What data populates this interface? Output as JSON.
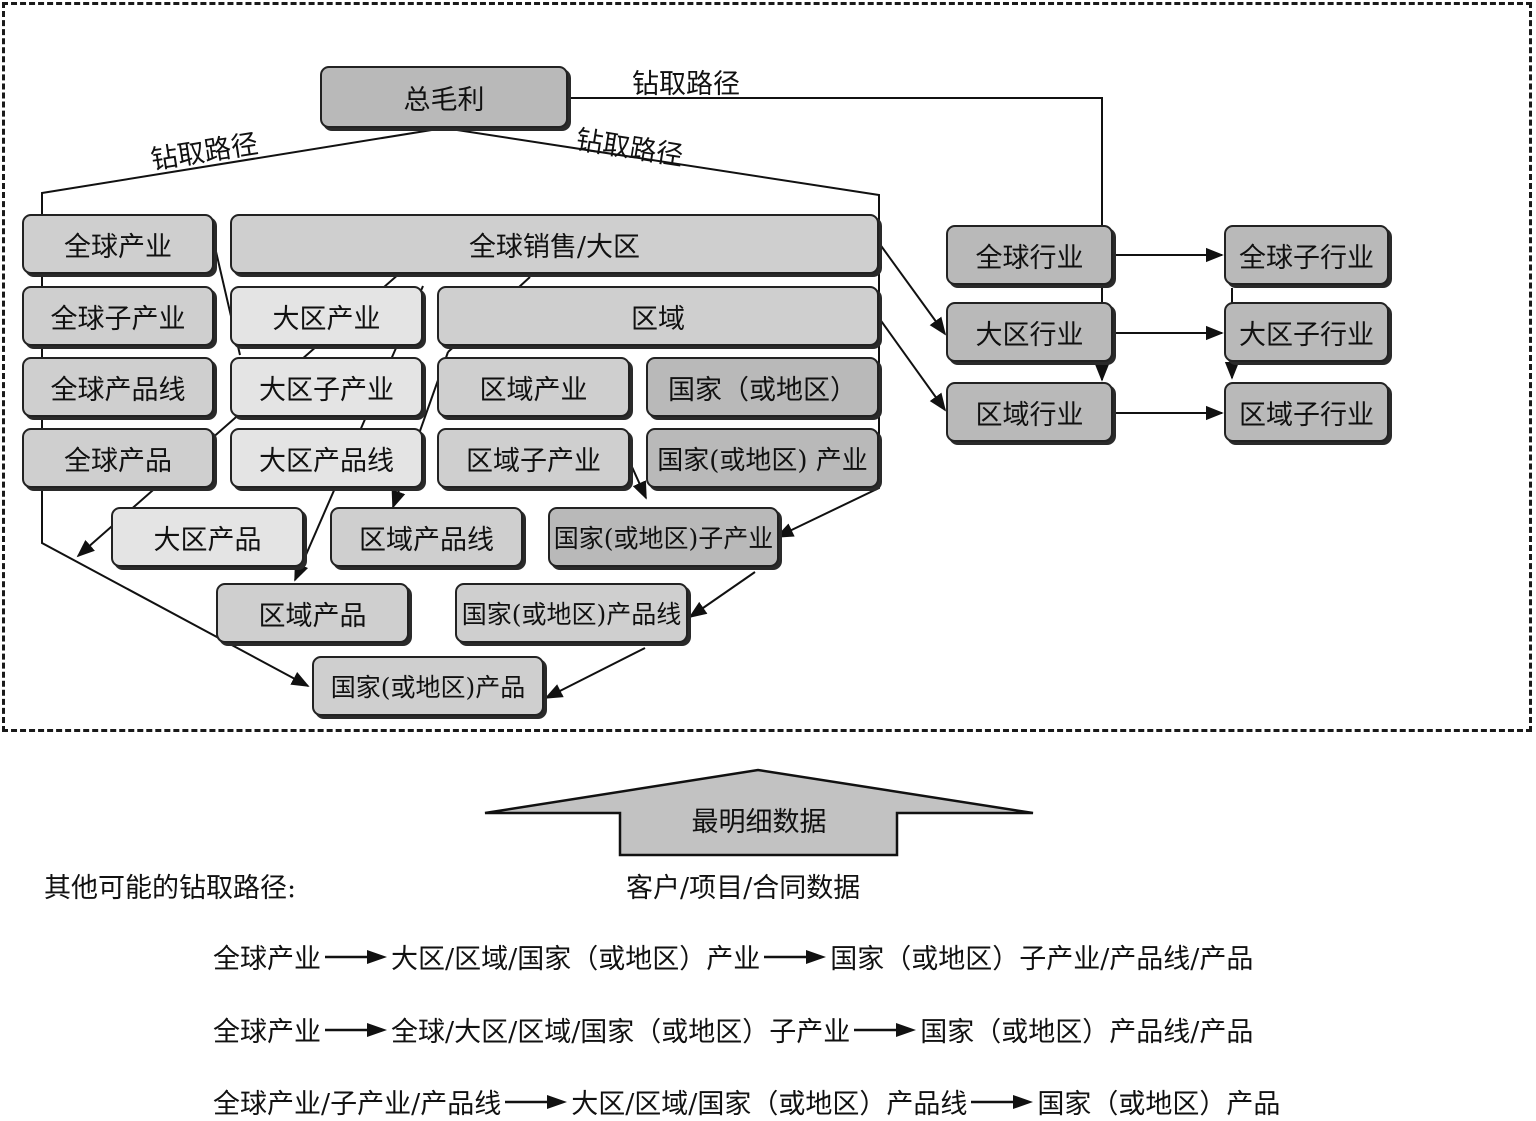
{
  "top": {
    "root": "总毛利",
    "drill_label": "钻取路径"
  },
  "left_boxes": {
    "global_industry": "全球产业",
    "global_sales_region": "全球销售/大区",
    "global_sub_industry": "全球子产业",
    "region_industry": "大区产业",
    "area": "区域",
    "global_product_line": "全球产品线",
    "region_sub_industry": "大区子产业",
    "area_industry": "区域产业",
    "country": "国家（或地区）",
    "global_product": "全球产品",
    "region_product_line": "大区产品线",
    "area_sub_industry": "区域子产业",
    "country_industry": "国家(或地区) 产业",
    "region_product": "大区产品",
    "area_product_line": "区域产品线",
    "country_sub_industry": "国家(或地区)子产业",
    "area_product": "区域产品",
    "country_product_line": "国家(或地区)产品线",
    "country_product": "国家(或地区)产品"
  },
  "right_boxes": {
    "global_trade": "全球行业",
    "global_sub_trade": "全球子行业",
    "region_trade": "大区行业",
    "region_sub_trade": "大区子行业",
    "area_trade": "区域行业",
    "area_sub_trade": "区域子行业"
  },
  "base": {
    "arrow_label": "最明细数据",
    "caption": "客户/项目/合同数据"
  },
  "other_paths": {
    "title": "其他可能的钻取路径:",
    "rows": [
      [
        "全球产业",
        "大区/区域/国家（或地区）产业",
        "国家（或地区）子产业/产品线/产品"
      ],
      [
        "全球产业",
        "全球/大区/区域/国家（或地区）子产业",
        "国家（或地区）产品线/产品"
      ],
      [
        "全球产业/子产业/产品线",
        "大区/区域/国家（或地区）产品线",
        "国家（或地区）产品"
      ]
    ]
  }
}
